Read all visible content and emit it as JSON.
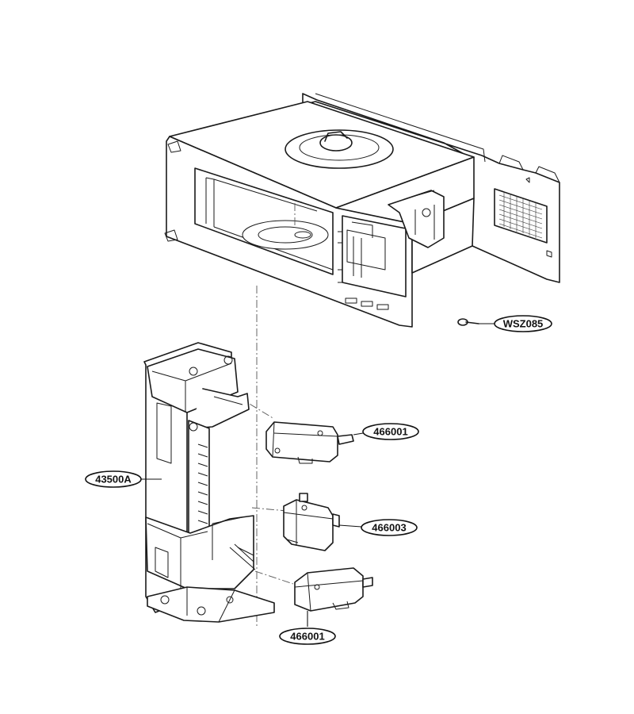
{
  "callouts": [
    {
      "id": "wsz085",
      "label": "WSZ085"
    },
    {
      "id": "466001-top",
      "label": "466001"
    },
    {
      "id": "43500a",
      "label": "43500A"
    },
    {
      "id": "466003",
      "label": "466003"
    },
    {
      "id": "466001-bottom",
      "label": "466001"
    }
  ]
}
